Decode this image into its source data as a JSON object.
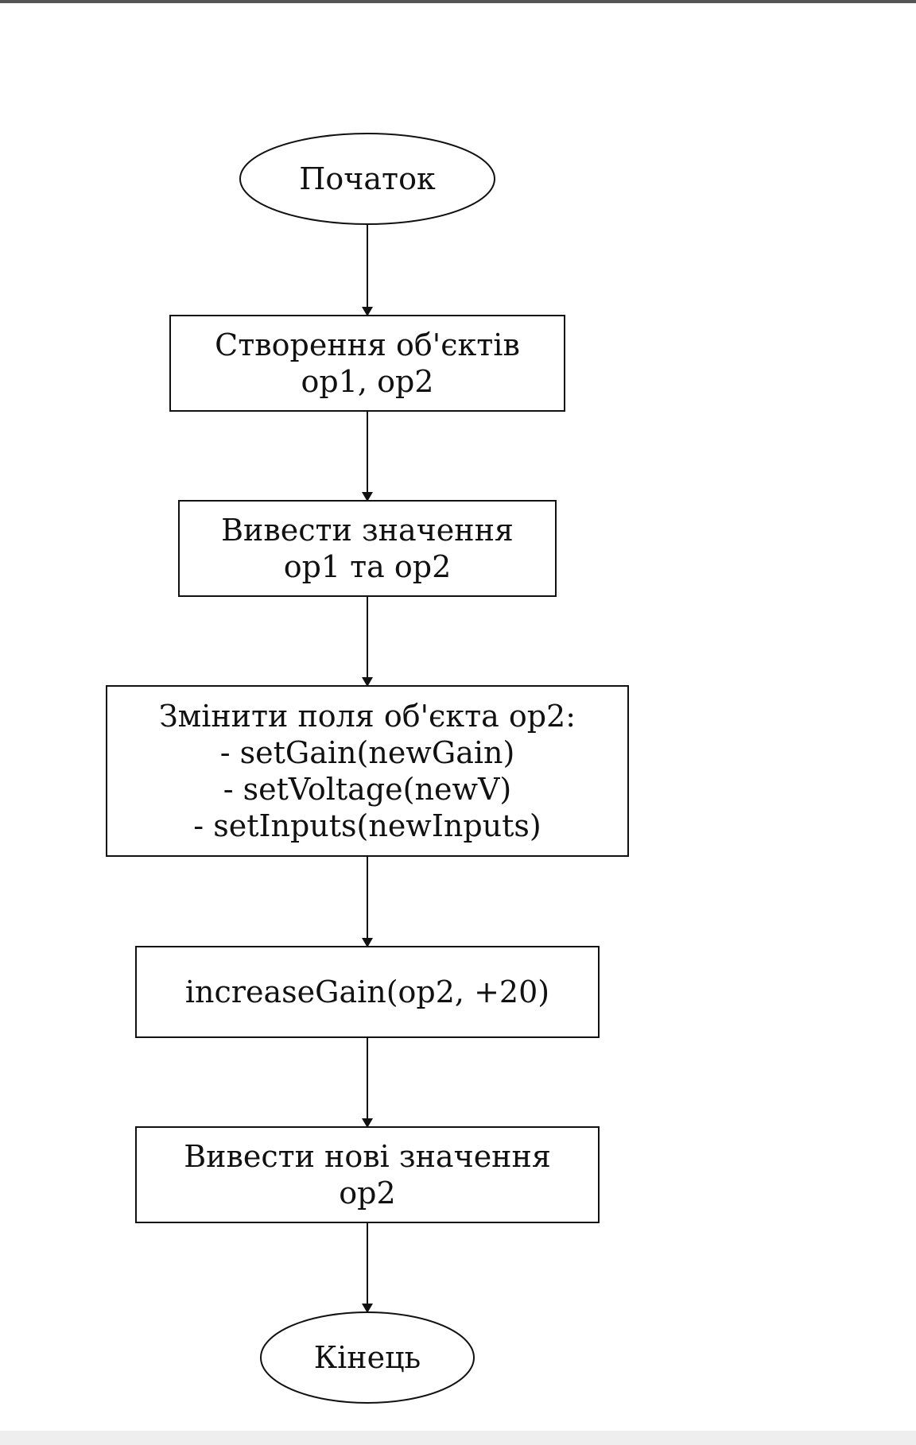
{
  "diagram": {
    "type": "flowchart",
    "nodes": [
      {
        "id": "start",
        "shape": "ellipse",
        "lines": [
          "Початок"
        ]
      },
      {
        "id": "create",
        "shape": "rect",
        "lines": [
          "Створення об'єктів",
          "op1, op2"
        ]
      },
      {
        "id": "print1",
        "shape": "rect",
        "lines": [
          "Вивести значення",
          "op1 та op2"
        ]
      },
      {
        "id": "modify",
        "shape": "rect",
        "lines": [
          "Змінити поля об'єкта op2:",
          "- setGain(newGain)",
          "- setVoltage(newV)",
          "- setInputs(newInputs)"
        ]
      },
      {
        "id": "increase",
        "shape": "rect",
        "lines": [
          "increaseGain(op2, +20)"
        ]
      },
      {
        "id": "print2",
        "shape": "rect",
        "lines": [
          "Вивести нові значення",
          "op2"
        ]
      },
      {
        "id": "end",
        "shape": "ellipse",
        "lines": [
          "Кінець"
        ]
      }
    ],
    "edges": [
      {
        "from": "start",
        "to": "create"
      },
      {
        "from": "create",
        "to": "print1"
      },
      {
        "from": "print1",
        "to": "modify"
      },
      {
        "from": "modify",
        "to": "increase"
      },
      {
        "from": "increase",
        "to": "print2"
      },
      {
        "from": "print2",
        "to": "end"
      }
    ]
  }
}
